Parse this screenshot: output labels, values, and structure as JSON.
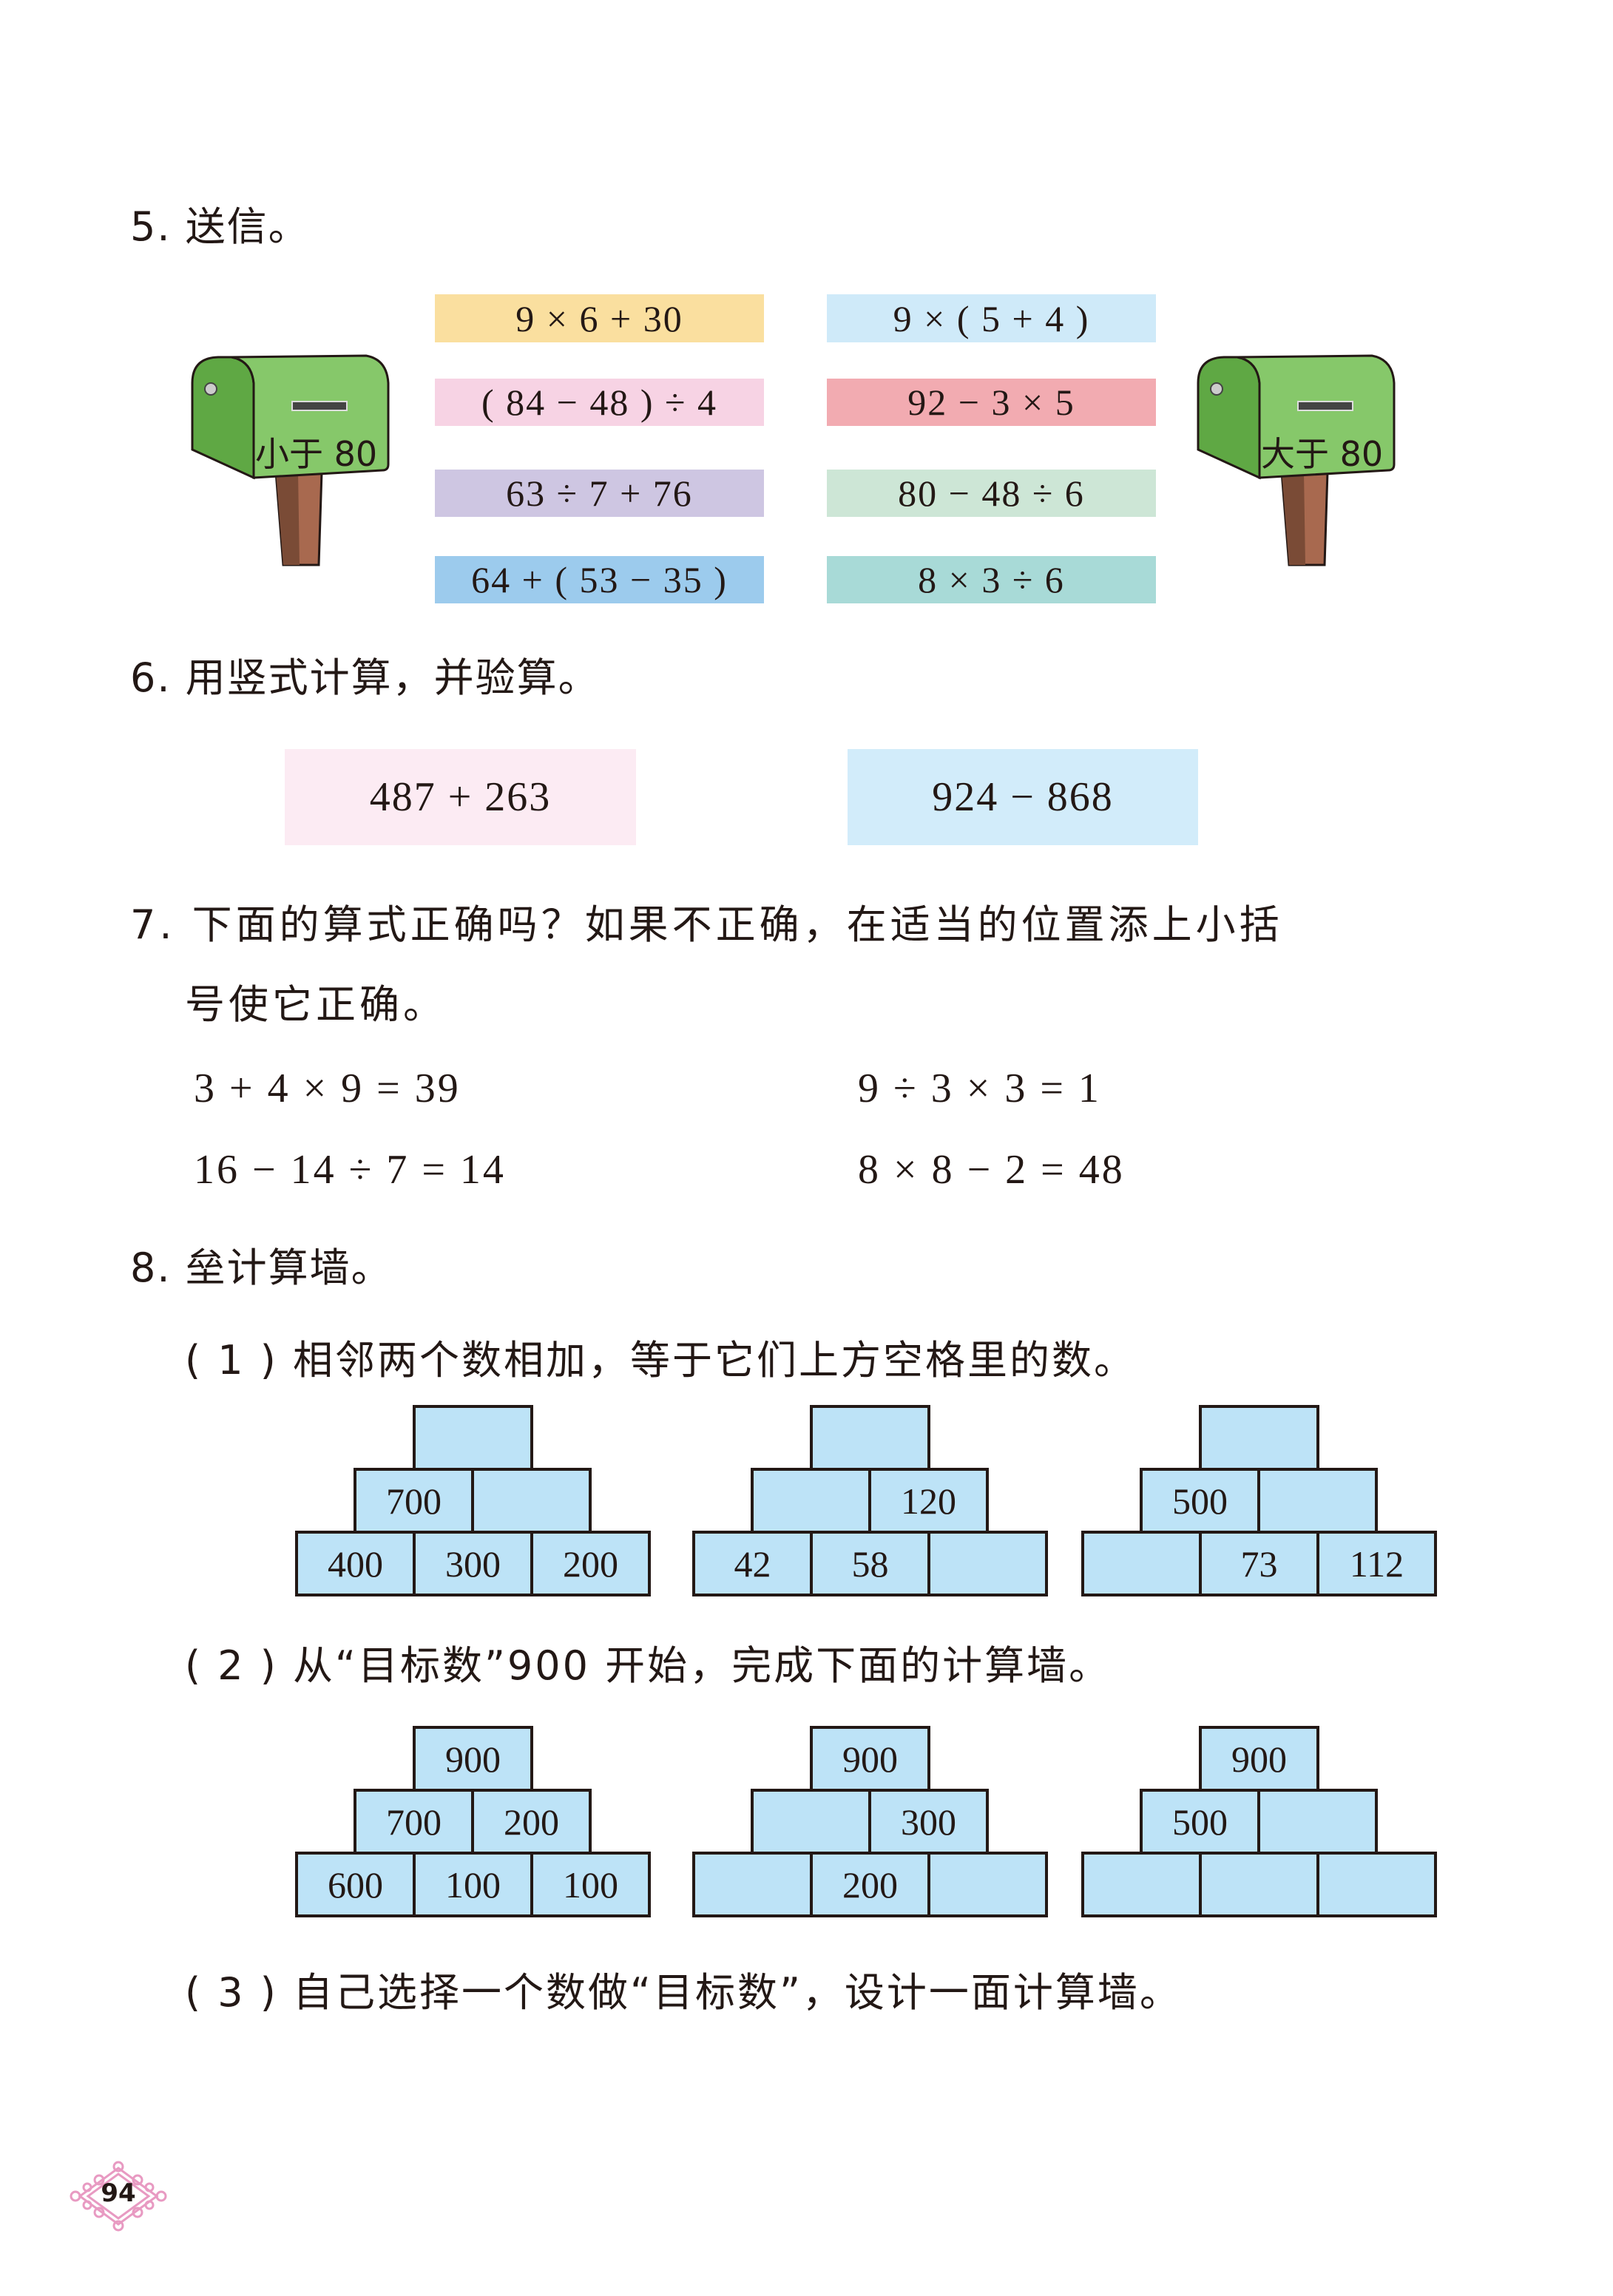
{
  "page_number": "94",
  "q5": {
    "title": "5. 送信。",
    "mailbox_left": {
      "label": "小于 80"
    },
    "mailbox_right": {
      "label": "大于 80"
    },
    "left_expressions": [
      {
        "text": "9 × 6 + 30",
        "color": "#fadf9f"
      },
      {
        "text": "( 84 − 48 ) ÷ 4",
        "color": "#f7d3e4"
      },
      {
        "text": "63 ÷ 7 + 76",
        "color": "#cec6e2"
      },
      {
        "text": "64 + ( 53 − 35 )",
        "color": "#9ccbed"
      }
    ],
    "right_expressions": [
      {
        "text": "9 × ( 5 + 4 )",
        "color": "#cfeaf9"
      },
      {
        "text": "92 − 3 × 5",
        "color": "#f2abb1"
      },
      {
        "text": "80 − 48 ÷ 6",
        "color": "#cde6d6"
      },
      {
        "text": "8 × 3 ÷ 6",
        "color": "#a8dad7"
      }
    ]
  },
  "q6": {
    "title": "6. 用竖式计算，并验算。",
    "problems": [
      {
        "text": "487 + 263",
        "color": "#fcebf3"
      },
      {
        "text": "924 − 868",
        "color": "#d2ecfa"
      }
    ]
  },
  "q7": {
    "title_line1": "7. 下面的算式正确吗？如果不正确，在适当的位置添上小括",
    "title_line2": "号使它正确。",
    "equations": [
      "3 + 4 × 9 = 39",
      "9 ÷ 3 × 3 = 1",
      "16 − 14 ÷ 7 = 14",
      "8 × 8 − 2 = 48"
    ]
  },
  "q8": {
    "title": "8. 垒计算墙。",
    "part1": {
      "instruction": "( 1 ) 相邻两个数相加，等于它们上方空格里的数。",
      "walls": [
        {
          "top": [
            ""
          ],
          "middle": [
            "700",
            ""
          ],
          "bottom": [
            "400",
            "300",
            "200"
          ]
        },
        {
          "top": [
            ""
          ],
          "middle": [
            "",
            "120"
          ],
          "bottom": [
            "42",
            "58",
            ""
          ]
        },
        {
          "top": [
            ""
          ],
          "middle": [
            "500",
            ""
          ],
          "bottom": [
            "",
            "73",
            "112"
          ]
        }
      ]
    },
    "part2": {
      "instruction": "( 2 ) 从“目标数”900 开始，完成下面的计算墙。",
      "walls": [
        {
          "top": [
            "900"
          ],
          "middle": [
            "700",
            "200"
          ],
          "bottom": [
            "600",
            "100",
            "100"
          ]
        },
        {
          "top": [
            "900"
          ],
          "middle": [
            "",
            "300"
          ],
          "bottom": [
            "",
            "200",
            ""
          ]
        },
        {
          "top": [
            "900"
          ],
          "middle": [
            "500",
            ""
          ],
          "bottom": [
            "",
            "",
            ""
          ]
        }
      ]
    },
    "part3": {
      "instruction": "( 3 ) 自己选择一个数做“目标数”，设计一面计算墙。"
    }
  }
}
